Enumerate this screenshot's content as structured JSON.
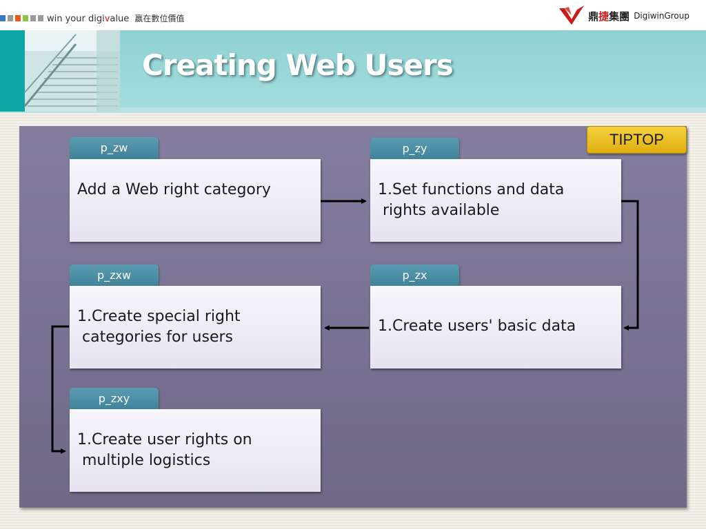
{
  "header": {
    "slogan_prefix": "win your digi",
    "slogan_accent": "v",
    "slogan_suffix": "alue",
    "slogan_cn": "贏在數位價值",
    "square_colors": [
      "#3a78c2",
      "#9a9a9a",
      "#e85d1c",
      "#8cc63f",
      "#9a9a9a",
      "#9a9a9a"
    ],
    "logo_cn_1": "鼎",
    "logo_cn_2": "捷",
    "logo_cn_3": "集團",
    "logo_en": "DigiwinGroup",
    "brand_red": "#cc1b1b"
  },
  "slide": {
    "title": "Creating Web Users",
    "badge": "TIPTOP"
  },
  "diagram": {
    "nodes": [
      {
        "id": "n1",
        "tab": "p_zw",
        "lines": [
          "Add a Web right category"
        ]
      },
      {
        "id": "n2",
        "tab": "p_zy",
        "lines": [
          "1.Set functions and data",
          " rights available"
        ]
      },
      {
        "id": "n3",
        "tab": "p_zx",
        "lines": [
          "1.Create users' basic data"
        ]
      },
      {
        "id": "n4",
        "tab": "p_zxw",
        "lines": [
          "1.Create special right",
          " categories for users"
        ]
      },
      {
        "id": "n5",
        "tab": "p_zxy",
        "lines": [
          "1.Create user rights on",
          " multiple logistics"
        ]
      }
    ],
    "edges": [
      {
        "from": "n1",
        "to": "n2"
      },
      {
        "from": "n2",
        "to": "n3"
      },
      {
        "from": "n3",
        "to": "n4"
      },
      {
        "from": "n4",
        "to": "n5"
      }
    ],
    "colors": {
      "panel": "#7a7394",
      "tab": "#4a8ca1",
      "badge": "#f0c428",
      "arrow": "#000000"
    }
  }
}
